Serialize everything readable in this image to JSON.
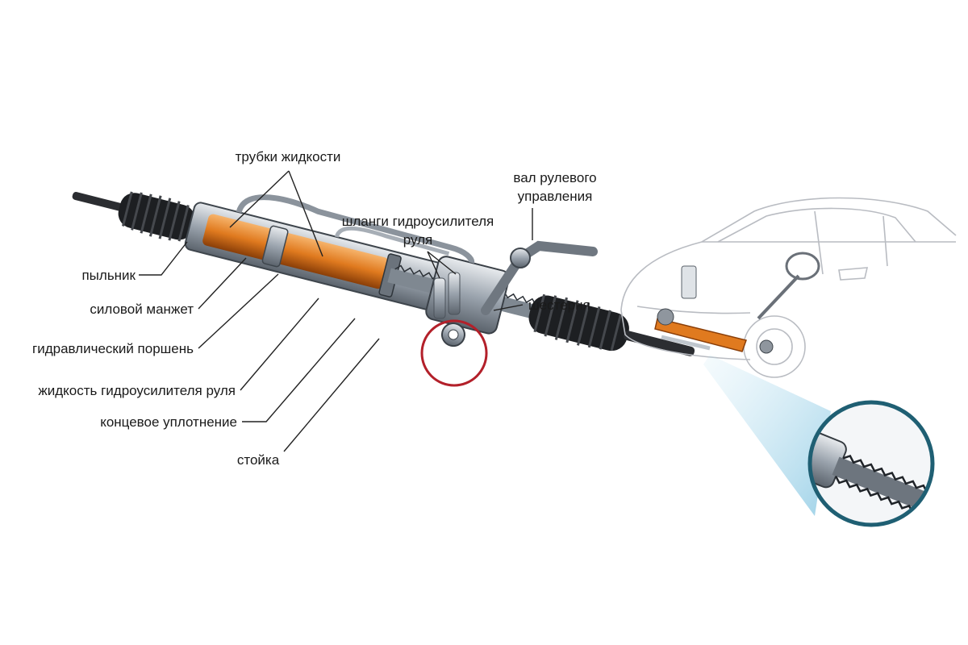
{
  "labels": {
    "fluid_tubes": "трубки жидкости",
    "steering_shaft_line1": "вал рулевого",
    "steering_shaft_line2": "управления",
    "ps_hoses_line1": "шланги гидроусилителя",
    "ps_hoses_line2": "руля",
    "pinion": "шестерня",
    "boot": "пыльник",
    "power_cuff": "силовой манжет",
    "hydraulic_piston": "гидравлический поршень",
    "ps_fluid": "жидкость гидроусилителя руля",
    "end_seal": "концевое уплотнение",
    "rack": "стойка"
  },
  "colors": {
    "fluid": "#e07a1f",
    "highlight_ring": "#b3202a",
    "zoom_ring": "#1f5f73",
    "zoom_beam": "#9fd3ea",
    "metal": "#9aa3ad",
    "rubber": "#1d1f22"
  },
  "icons": {
    "zoom_inset": "magnifier-callout-icon"
  }
}
